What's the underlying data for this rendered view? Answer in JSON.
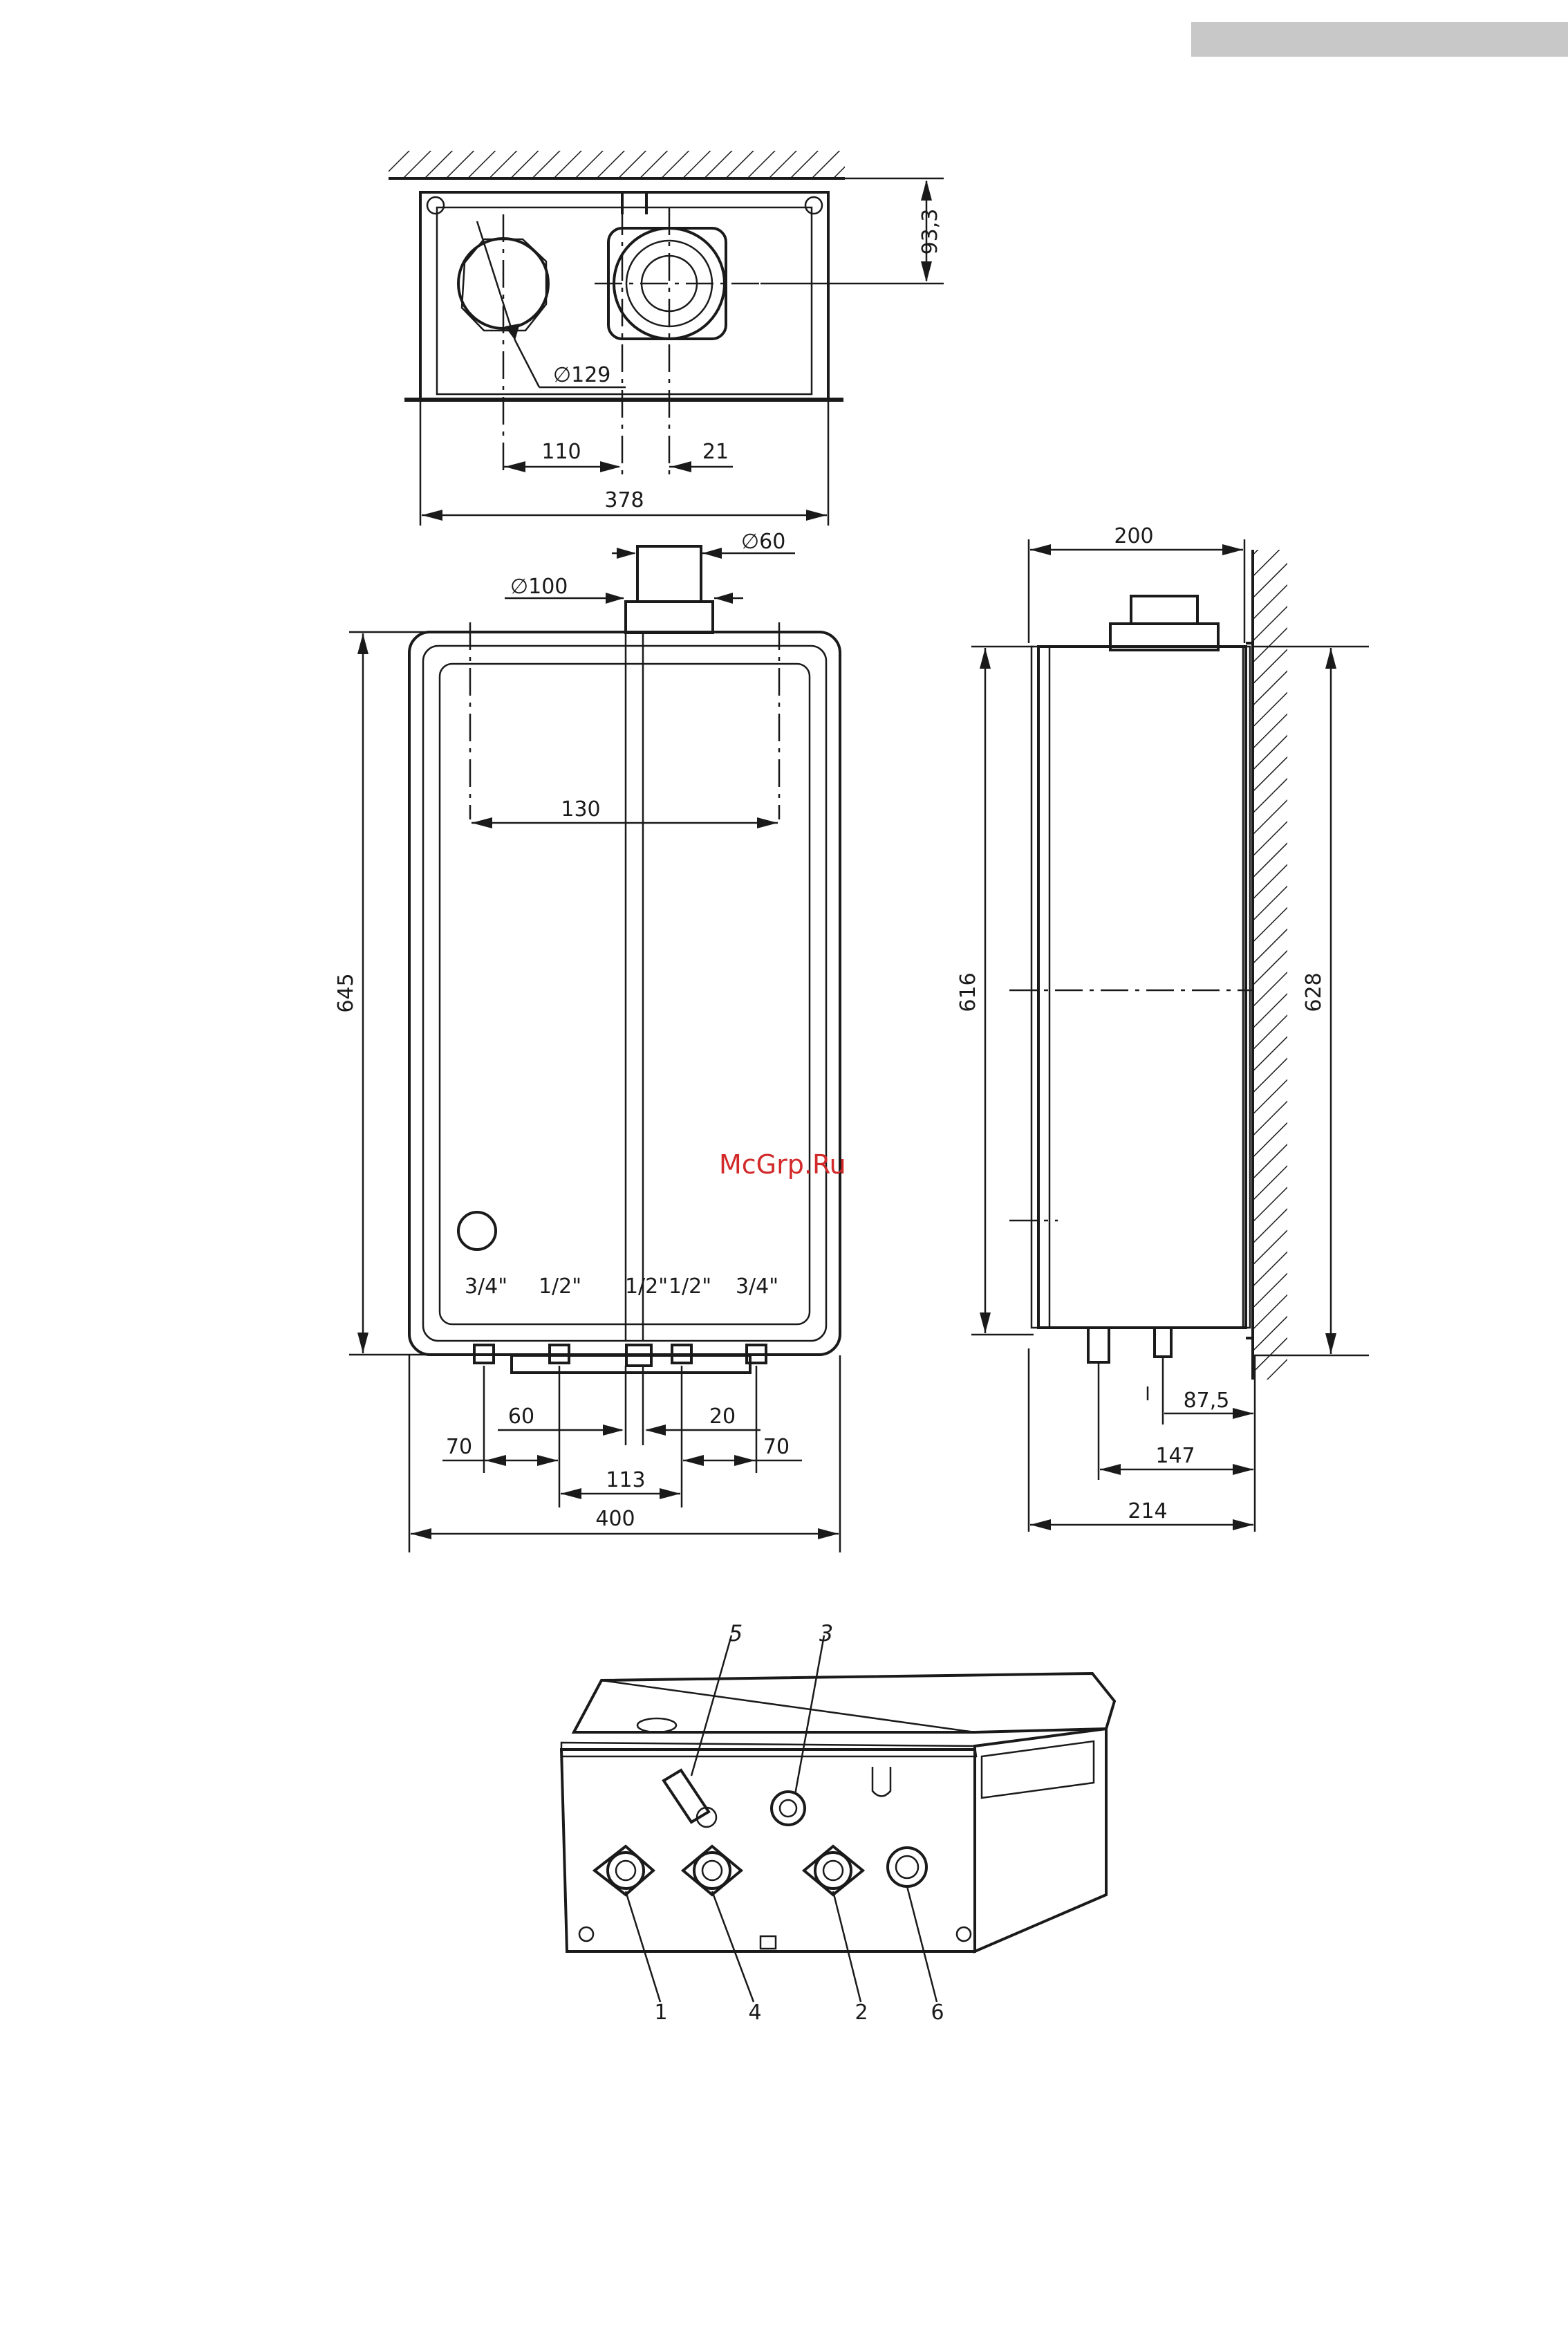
{
  "corner_bar_color": "#c8c8c8",
  "watermark": {
    "text": "McGrp.Ru",
    "color": "#d22a2a"
  },
  "top_view": {
    "dim_vertical": "93,3",
    "dim_diameter": "∅129",
    "dim_110": "110",
    "dim_21": "21",
    "dim_378": "378"
  },
  "front_view": {
    "dim_d100": "∅100",
    "dim_d60": "∅60",
    "dim_130": "130",
    "dim_645": "645",
    "fittings": [
      "3/4\"",
      "1/2\"",
      "1/2\"",
      "1/2\"",
      "3/4\""
    ],
    "dim_60": "60",
    "dim_20": "20",
    "dim_70_left": "70",
    "dim_70_right": "70",
    "dim_113": "113",
    "dim_400": "400"
  },
  "side_view": {
    "dim_200": "200",
    "dim_616": "616",
    "dim_628": "628",
    "dim_87_5": "87,5",
    "dim_147": "147",
    "dim_214": "214"
  },
  "iso_view": {
    "callouts_top": [
      "5",
      "3"
    ],
    "callouts_bottom": [
      "1",
      "4",
      "2",
      "6"
    ]
  }
}
